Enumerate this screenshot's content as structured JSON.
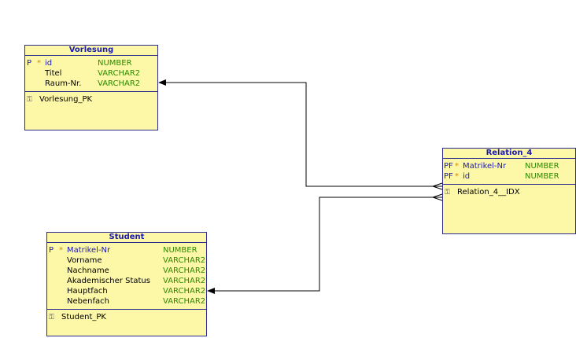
{
  "entities": {
    "vorlesung": {
      "title": "Vorlesung",
      "columns": [
        {
          "mark": "P",
          "star": "*",
          "name": "id",
          "type": "NUMBER"
        },
        {
          "mark": "",
          "star": "",
          "name": "Titel",
          "type": "VARCHAR2"
        },
        {
          "mark": "",
          "star": "",
          "name": "Raum-Nr.",
          "type": "VARCHAR2"
        }
      ],
      "index": "Vorlesung_PK"
    },
    "relation": {
      "title": "Relation_4",
      "columns": [
        {
          "mark": "PF",
          "star": "*",
          "name": "Matrikel-Nr",
          "type": "NUMBER"
        },
        {
          "mark": "PF",
          "star": "*",
          "name": "id",
          "type": "NUMBER"
        }
      ],
      "index": "Relation_4__IDX"
    },
    "student": {
      "title": "Student",
      "columns": [
        {
          "mark": "P",
          "star": "*",
          "name": "Matrikel-Nr",
          "type": "NUMBER"
        },
        {
          "mark": "",
          "star": "",
          "name": "Vorname",
          "type": "VARCHAR2"
        },
        {
          "mark": "",
          "star": "",
          "name": "Nachname",
          "type": "VARCHAR2"
        },
        {
          "mark": "",
          "star": "",
          "name": "Akademischer Status",
          "type": "VARCHAR2"
        },
        {
          "mark": "",
          "star": "",
          "name": "Hauptfach",
          "type": "VARCHAR2"
        },
        {
          "mark": "",
          "star": "",
          "name": "Nebenfach",
          "type": "VARCHAR2"
        }
      ],
      "index": "Student_PK"
    }
  },
  "colors": {
    "entity_fill": "#fdf7a8",
    "entity_border": "#2b2b8f",
    "title_text": "#1a1ab0",
    "type_text": "#2e8b00",
    "star": "#d18a00",
    "line": "#000000"
  }
}
